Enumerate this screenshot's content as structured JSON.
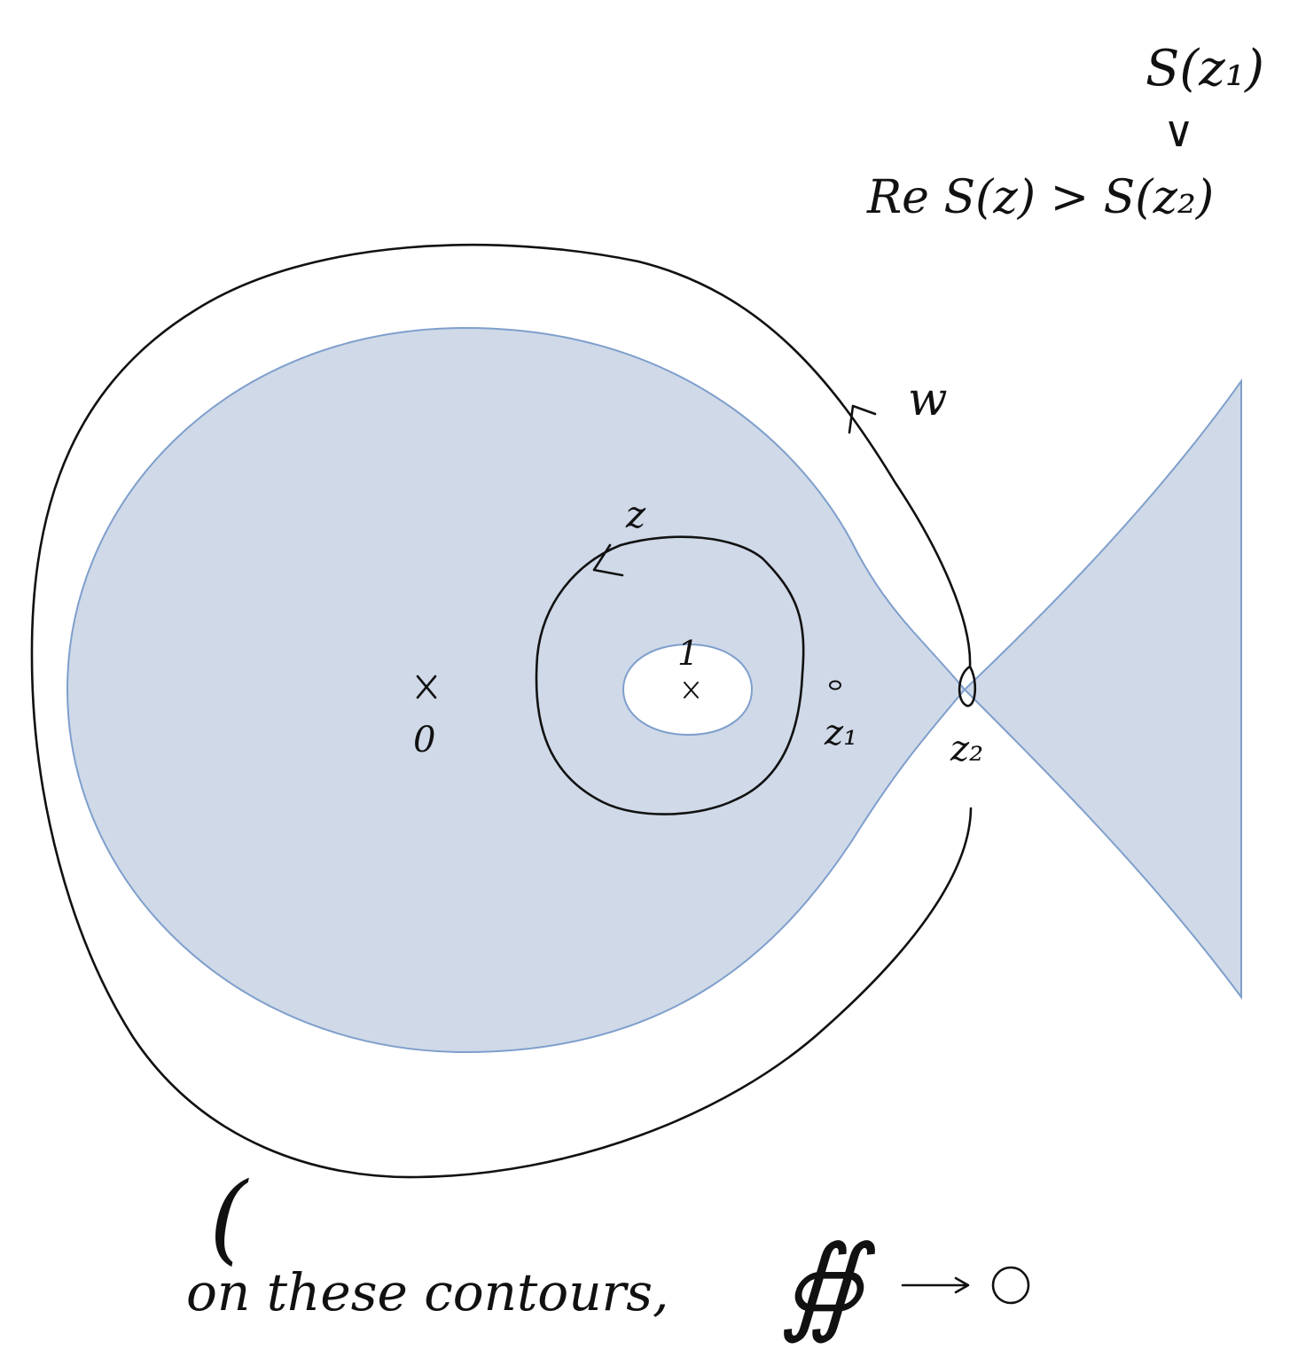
{
  "colors": {
    "region_fill": "#cfd9e8",
    "region_stroke": "#7f9fcc",
    "ink": "#111111",
    "background": "#ffffff"
  },
  "labels": {
    "s_z1": "S(z₁)",
    "vee": "∨",
    "condition": "Re S(z) > S(z₂)",
    "w": "w",
    "z": "z",
    "one": "1",
    "origin": "0",
    "z1": "z₁",
    "z2": "z₂",
    "paren": "(",
    "caption": "on these contours,",
    "integral_symbol": "∯",
    "arrow": "⟶",
    "limit": "0"
  },
  "markers": {
    "cross_origin": "×",
    "cross_one": "×"
  }
}
